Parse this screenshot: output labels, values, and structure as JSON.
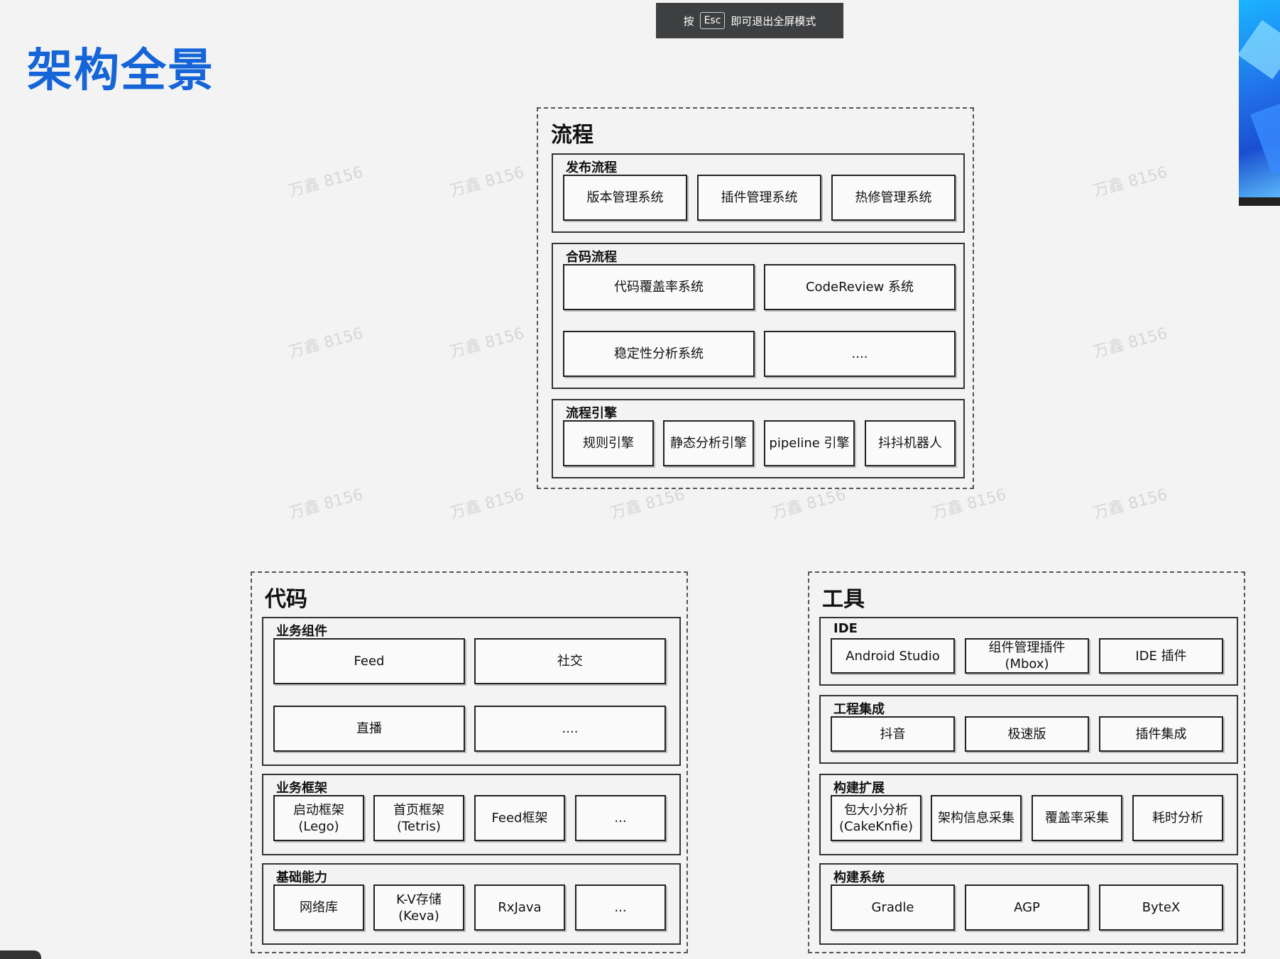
{
  "page": {
    "title": "架构全景"
  },
  "esc_banner": {
    "prefix": "按",
    "key": "Esc",
    "suffix": "即可退出全屏模式"
  },
  "watermark": "万鑫 8156",
  "flow": {
    "title": "流程",
    "release": {
      "title": "发布流程",
      "items": [
        "版本管理系统",
        "插件管理系统",
        "热修管理系统"
      ]
    },
    "merge": {
      "title": "合码流程",
      "items": [
        "代码覆盖率系统",
        "CodeReview 系统",
        "稳定性分析系统",
        "...."
      ]
    },
    "engine": {
      "title": "流程引擎",
      "items": [
        "规则引擎",
        "静态分析引擎",
        "pipeline 引擎",
        "抖抖机器人"
      ]
    }
  },
  "code": {
    "title": "代码",
    "business_components": {
      "title": "业务组件",
      "items": [
        "Feed",
        "社交",
        "直播",
        "...."
      ]
    },
    "business_frameworks": {
      "title": "业务框架",
      "items": [
        "启动框架\n(Lego)",
        "首页框架\n(Tetris)",
        "Feed框架",
        "..."
      ]
    },
    "base_capabilities": {
      "title": "基础能力",
      "items": [
        "网络库",
        "K-V存储\n(Keva)",
        "RxJava",
        "..."
      ]
    }
  },
  "tools": {
    "title": "工具",
    "ide": {
      "title": "IDE",
      "items": [
        "Android Studio",
        "组件管理插件\n(Mbox)",
        "IDE 插件"
      ]
    },
    "integration": {
      "title": "工程集成",
      "items": [
        "抖音",
        "极速版",
        "插件集成"
      ]
    },
    "build_ext": {
      "title": "构建扩展",
      "items": [
        "包大小分析\n(CakeKnfie)",
        "架构信息采集",
        "覆盖率采集",
        "耗时分析"
      ]
    },
    "build_system": {
      "title": "构建系统",
      "items": [
        "Gradle",
        "AGP",
        "ByteX"
      ]
    }
  },
  "colors": {
    "title": "#1565d8",
    "background": "#f3f3f3",
    "banner": "#3e3f41"
  }
}
